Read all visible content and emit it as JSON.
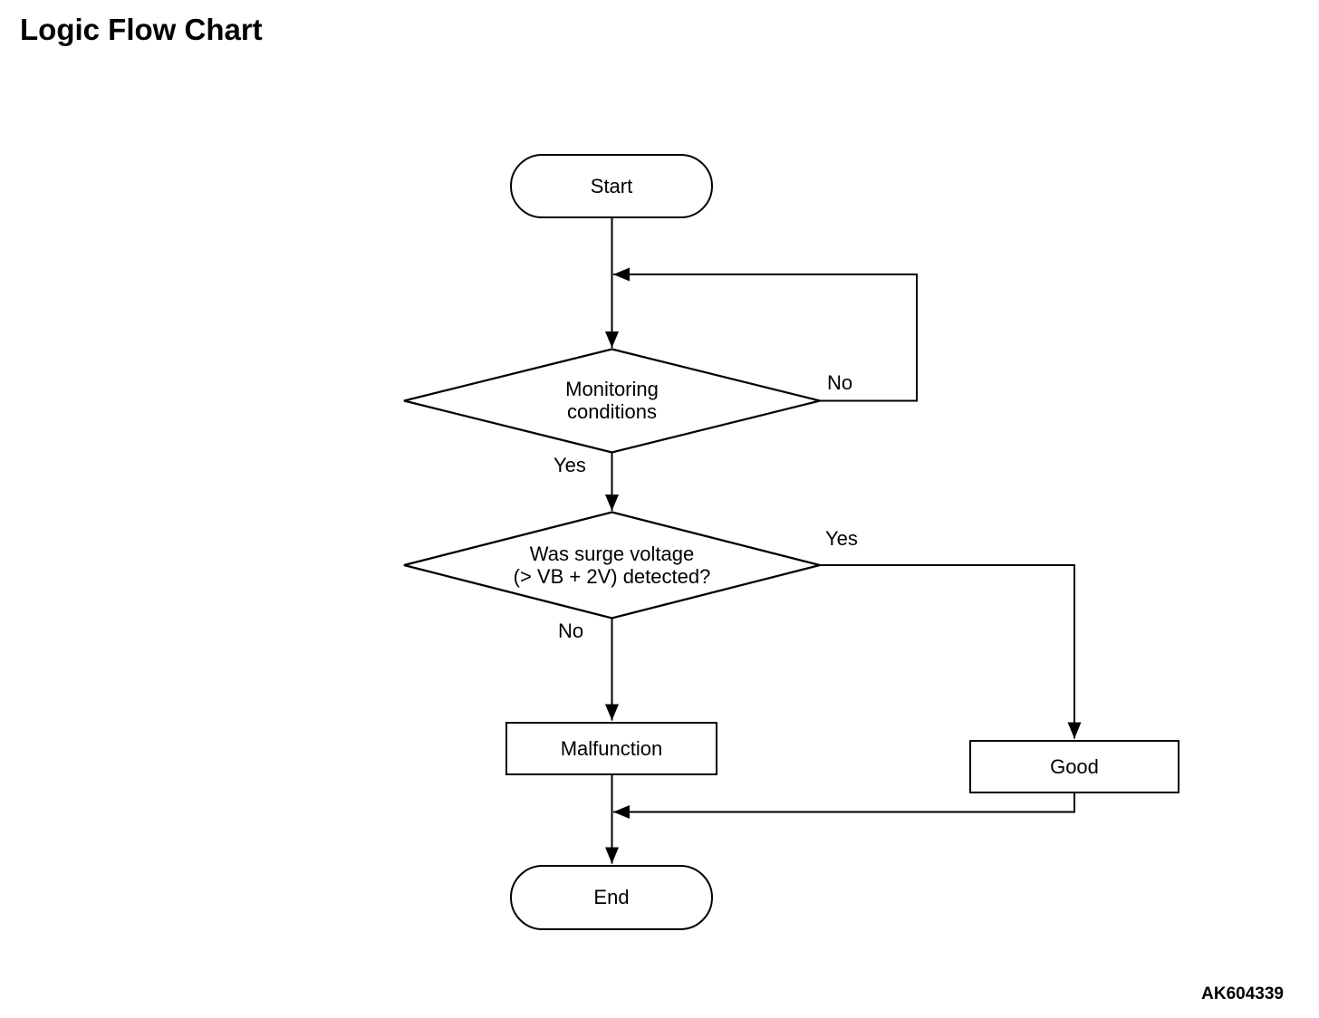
{
  "page": {
    "title": "Logic Flow Chart",
    "figure_id": "AK604339"
  },
  "flowchart": {
    "nodes": {
      "start": {
        "type": "terminator",
        "label": "Start"
      },
      "monitoring": {
        "type": "decision",
        "label": "Monitoring\nconditions"
      },
      "surge": {
        "type": "decision",
        "label": "Was surge voltage\n(> VB + 2V) detected?"
      },
      "malfunction": {
        "type": "process",
        "label": "Malfunction"
      },
      "good": {
        "type": "process",
        "label": "Good"
      },
      "end": {
        "type": "terminator",
        "label": "End"
      }
    },
    "edge_labels": {
      "monitoring_no": "No",
      "monitoring_yes": "Yes",
      "surge_yes": "Yes",
      "surge_no": "No"
    },
    "colors": {
      "line": "#000000",
      "background": "#ffffff"
    }
  }
}
